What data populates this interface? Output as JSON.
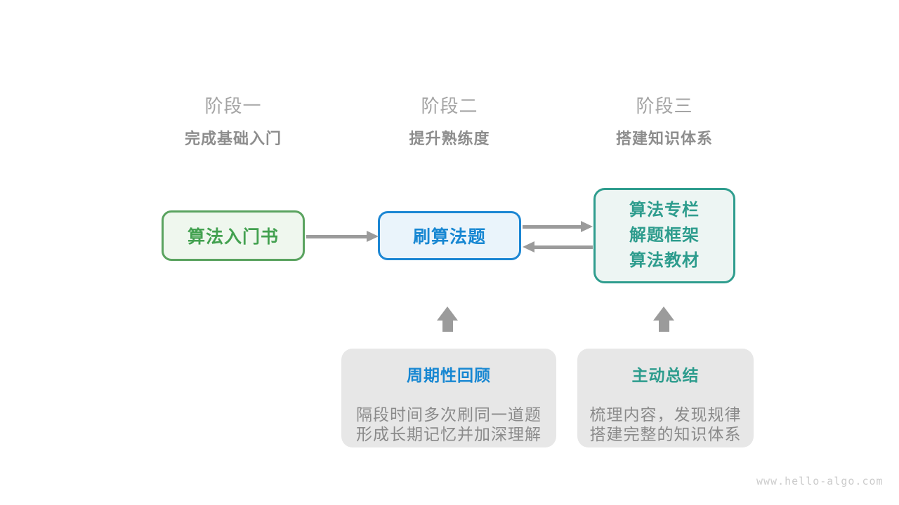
{
  "diagram": {
    "phases": [
      {
        "label": "阶段一",
        "subtitle": "完成基础入门"
      },
      {
        "label": "阶段二",
        "subtitle": "提升熟练度"
      },
      {
        "label": "阶段三",
        "subtitle": "搭建知识体系"
      }
    ],
    "nodes": {
      "intro_book": {
        "label": "算法入门书"
      },
      "practice": {
        "label": "刷算法题"
      },
      "resources": {
        "lines": [
          "算法专栏",
          "解题框架",
          "算法教材"
        ]
      }
    },
    "callouts": [
      {
        "title": "周期性回顾",
        "lines": [
          "隔段时间多次刷同一道题",
          "形成长期记忆并加深理解"
        ]
      },
      {
        "title": "主动总结",
        "lines": [
          "梳理内容，发现规律",
          "搭建完整的知识体系"
        ]
      }
    ],
    "watermark": "www.hello-algo.com"
  },
  "colors": {
    "green_stroke": "#5aa35f",
    "green_text": "#43a150",
    "green_fill": "#eff7ee",
    "blue_stroke": "#1b86d3",
    "blue_text": "#1787d2",
    "blue_fill": "#eaf4fb",
    "teal_stroke": "#2f9d8e",
    "teal_text": "#2d9c8d",
    "teal_fill": "#edf5f3",
    "gray_fill": "#e7e7e7",
    "arrow": "#9b9b9b",
    "phase_label": "#a4a4a4",
    "phase_subtitle": "#8d8d8d",
    "body_text": "#8a8a8a",
    "watermark": "#cccccc"
  }
}
